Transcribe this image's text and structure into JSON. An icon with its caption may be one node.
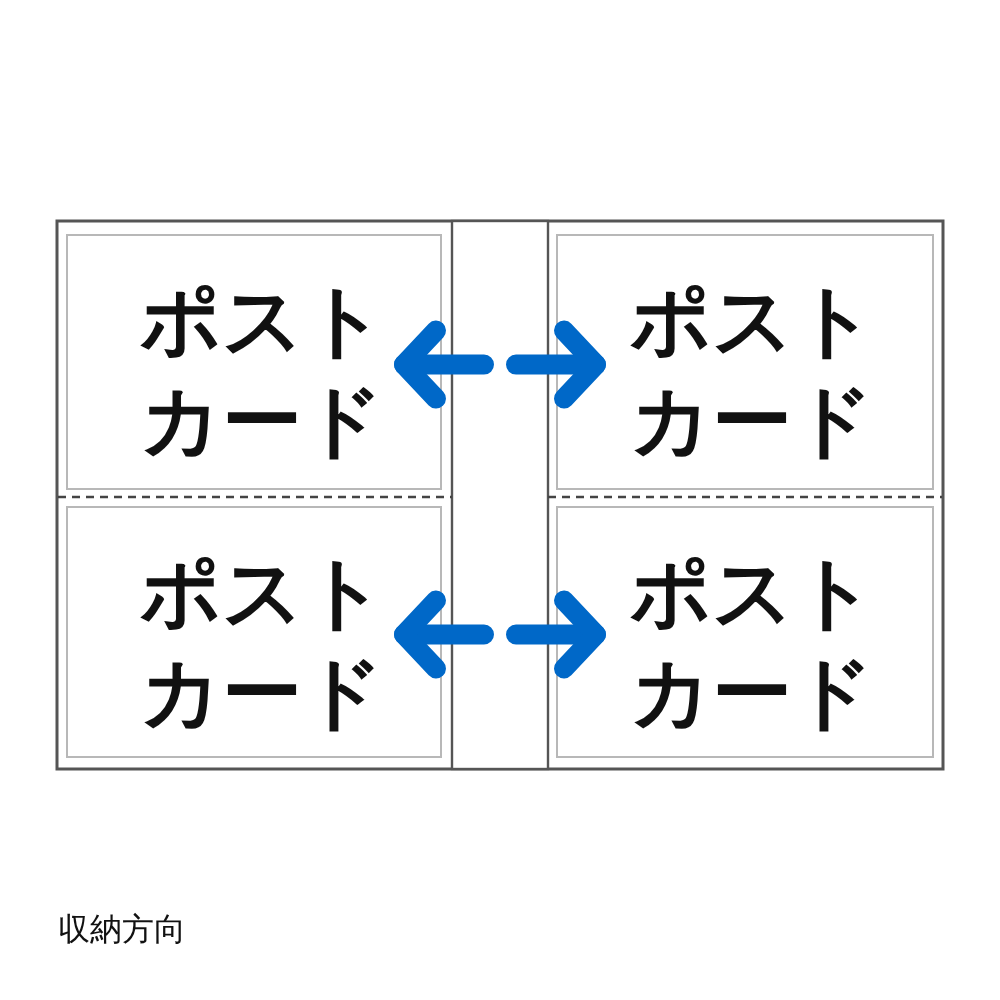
{
  "diagram": {
    "nodes": [
      {
        "text": [
          "ポストカード"
        ]
      },
      {
        "text": [
          "ポストカード"
        ]
      },
      {
        "text": [
          "ポストカード"
        ]
      },
      {
        "text": [
          "ポストカード"
        ]
      }
    ],
    "edges": [
      {
        "from": 0,
        "to": 1,
        "arrow": "both",
        "style": "dashed",
        "color": "#0068c8"
      },
      {
        "from": 2,
        "to": 3,
        "arrow": "both",
        "style": "dashed",
        "color": "#0068c8"
      }
    ],
    "labels": [
      "収納方向"
    ]
  }
}
